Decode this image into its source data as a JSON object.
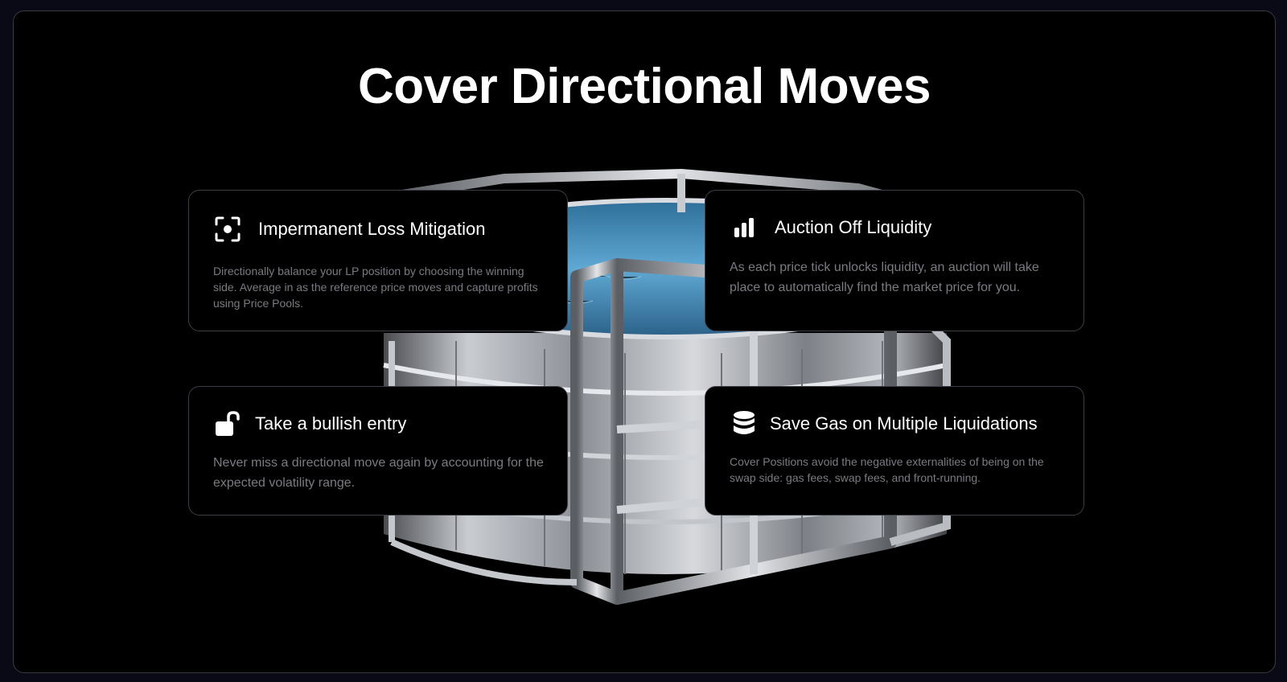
{
  "heading": "Cover Directional Moves",
  "illustration": {
    "icon": "caged-liquidity-pool-illustration"
  },
  "cards": [
    {
      "icon": "focus-target-icon",
      "title": "Impermanent Loss Mitigation",
      "text": "Directionally balance your LP position by choosing the winning side. Average in as the reference price moves and capture profits using Price Pools."
    },
    {
      "icon": "bar-chart-icon",
      "title": "Auction Off Liquidity",
      "text": "As each price tick unlocks liquidity, an auction will take place to automatically find the market price for you."
    },
    {
      "icon": "unlocked-padlock-icon",
      "title": "Take a bullish entry",
      "text": "Never miss a directional move again by accounting for the expected volatility range."
    },
    {
      "icon": "database-stack-icon",
      "title": "Save Gas on Multiple Liquidations",
      "text": "Cover Positions avoid the negative externalities of being on the swap side: gas fees, swap fees, and front-running."
    }
  ],
  "colors": {
    "page_background": "#0a0a17",
    "panel_background": "#000000",
    "panel_border": "#3a3a44",
    "card_border": "#3d3d46",
    "title_text": "#ffffff",
    "body_text": "#7a7a82",
    "water": "#4a93bf",
    "metal": "#b8bcc2"
  }
}
